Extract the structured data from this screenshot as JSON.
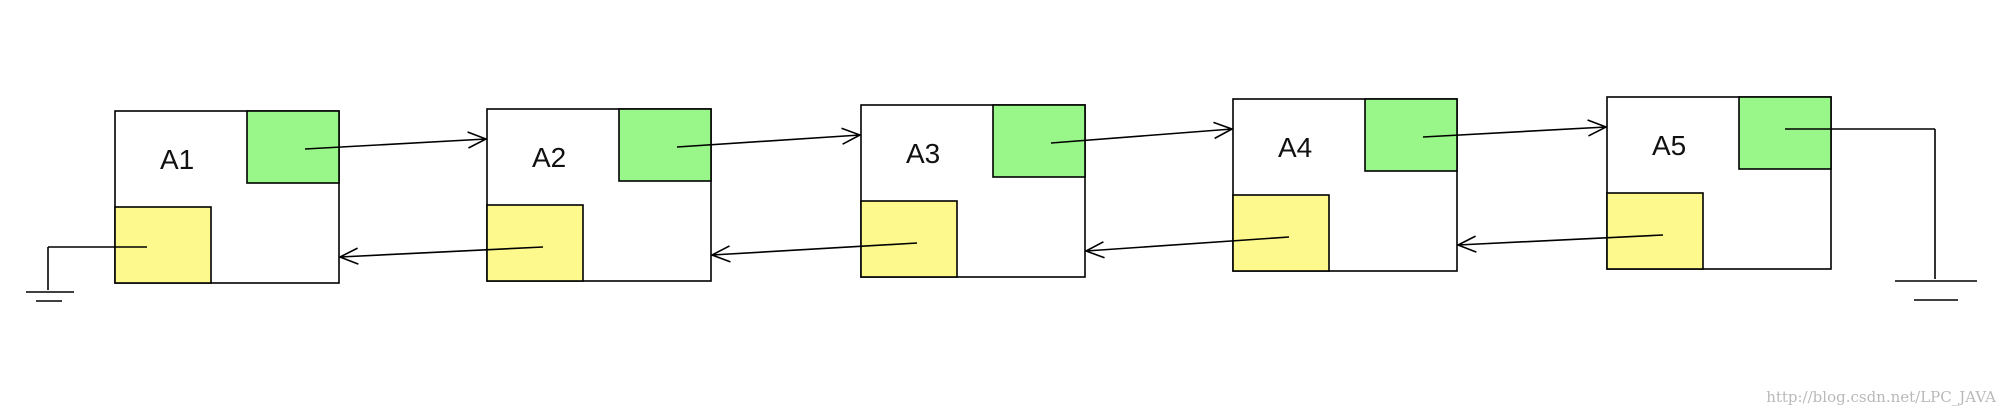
{
  "diagram": {
    "nodes": [
      {
        "id": "A1",
        "label": "A1"
      },
      {
        "id": "A2",
        "label": "A2"
      },
      {
        "id": "A3",
        "label": "A3"
      },
      {
        "id": "A4",
        "label": "A4"
      },
      {
        "id": "A5",
        "label": "A5"
      }
    ],
    "next_links": [
      [
        "A1",
        "A2"
      ],
      [
        "A2",
        "A3"
      ],
      [
        "A3",
        "A4"
      ],
      [
        "A4",
        "A5"
      ]
    ],
    "prev_links": [
      [
        "A2",
        "A1"
      ],
      [
        "A3",
        "A2"
      ],
      [
        "A4",
        "A3"
      ],
      [
        "A5",
        "A4"
      ]
    ],
    "head_prev": "ground",
    "tail_next": "ground"
  },
  "colors": {
    "next_pointer": "#98f788",
    "prev_pointer": "#fdf98d",
    "border": "#000000",
    "node_fill": "#ffffff",
    "watermark": "#b9b9b9"
  },
  "watermark": "http://blog.csdn.net/LPC_JAVA"
}
